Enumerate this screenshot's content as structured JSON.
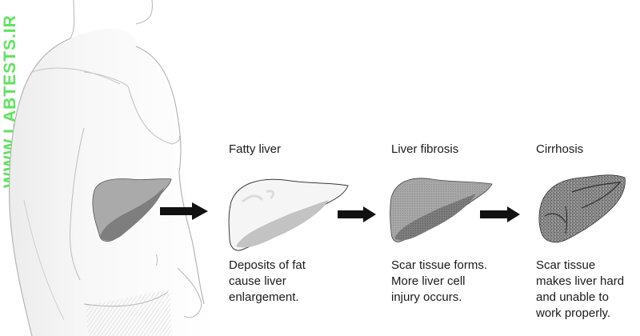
{
  "watermark": {
    "text": "WWW.LABTESTS.IR",
    "color": "#5ee35e"
  },
  "figure": {
    "body_illustration": "human-torso-sketch",
    "healthy_liver": {
      "label": ""
    },
    "stages": [
      {
        "title": "Fatty liver",
        "description": "Deposits of fat\ncause liver\nenlargement.",
        "liver_style": "pale-white"
      },
      {
        "title": "Liver fibrosis",
        "description": "Scar tissue forms.\nMore liver cell\ninjury occurs.",
        "liver_style": "grainy-gray"
      },
      {
        "title": "Cirrhosis",
        "description": "Scar tissue\nmakes liver hard\nand unable to\nwork properly.",
        "liver_style": "dark-textured"
      }
    ],
    "arrows": [
      "arrow-right",
      "arrow-right",
      "arrow-right"
    ]
  },
  "colors": {
    "arrow": "#111111",
    "healthy_liver_light": "#a9a9a9",
    "healthy_liver_dark": "#7d7d7d",
    "fatty_liver_light": "#f4f4f4",
    "fatty_liver_dark": "#c4c4c4",
    "fibrosis_light": "#a3a3a3",
    "fibrosis_dark": "#7a7a7a",
    "cirrhosis": "#6a6a6a",
    "sketch_line": "#b5b5b5"
  }
}
